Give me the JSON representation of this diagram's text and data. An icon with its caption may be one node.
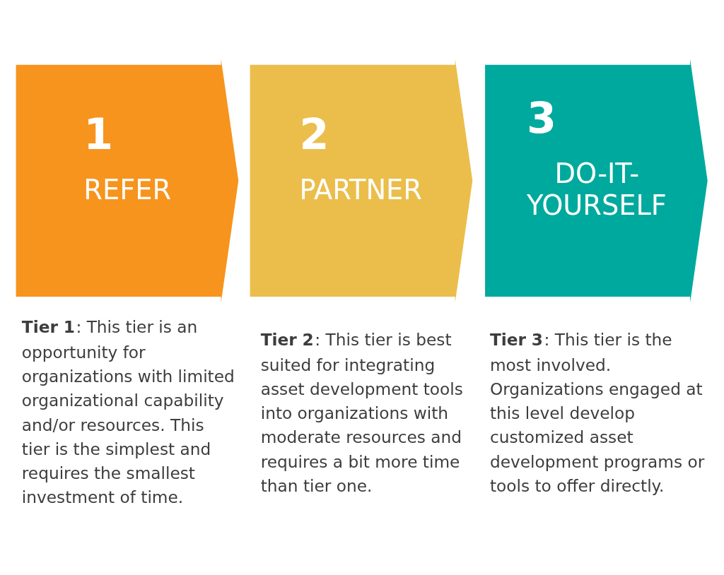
{
  "diagram": {
    "nodes": [
      {
        "text": [
          "1",
          "REFER"
        ],
        "beside": [
          "**Tier 1**: This tier is an opportunity for organizations with limited organizational capability and/or resources. This tier is the simplest and requires the smallest investment of time."
        ]
      },
      {
        "text": [
          "2",
          "PARTNER"
        ],
        "beside": [
          "**Tier 2**: This tier is best suited for integrating asset development tools into organizations with moderate resources and requires a bit more time than tier one."
        ]
      },
      {
        "text": [
          "3",
          "DO-IT-YOURSELF"
        ],
        "beside": [
          "**Tier 3**: This tier is the most involved. Organizations engaged at this level develop customized asset development programs or tools to offer directly."
        ]
      }
    ]
  }
}
